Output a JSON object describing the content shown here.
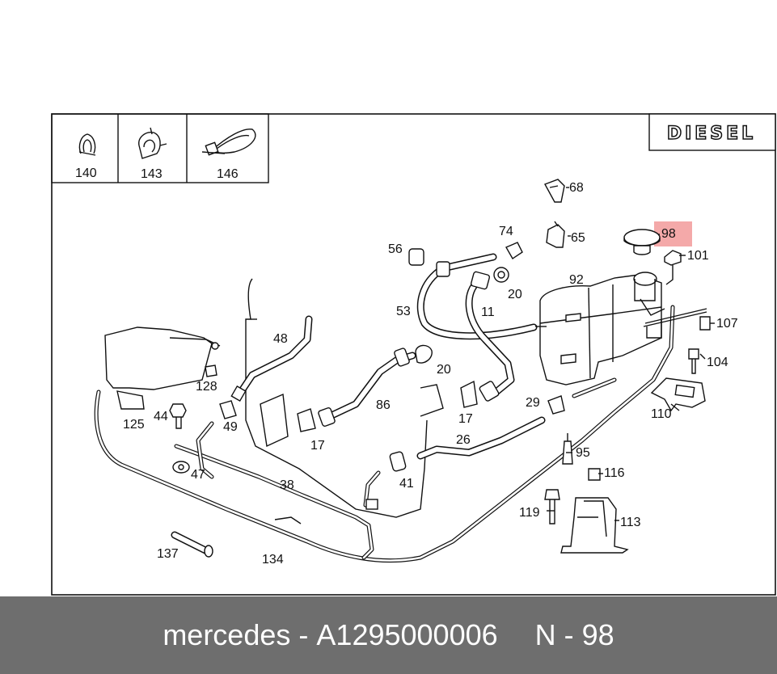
{
  "badge": {
    "text": "DIESEL"
  },
  "legend": [
    {
      "number": "140",
      "icon": "clip-icon"
    },
    {
      "number": "143",
      "icon": "clamp-icon"
    },
    {
      "number": "146",
      "icon": "cable-tie-icon"
    }
  ],
  "callouts": {
    "c68": "68",
    "c74": "74",
    "c65": "65",
    "c98": "98",
    "c101": "101",
    "c56": "56",
    "c92": "92",
    "c20a": "20",
    "c53": "53",
    "c11": "11",
    "c107": "107",
    "c48": "48",
    "c104": "104",
    "c20b": "20",
    "c128": "128",
    "c29": "29",
    "c86": "86",
    "c110": "110",
    "c44": "44",
    "c17a": "17",
    "c125": "125",
    "c49": "49",
    "c26": "26",
    "c17b": "17",
    "c95": "95",
    "c47": "47",
    "c116": "116",
    "c38": "38",
    "c41": "41",
    "c119": "119",
    "c113": "113",
    "c137": "137",
    "c134": "134"
  },
  "highlighted_part": "98",
  "footer": {
    "brand": "mercedes",
    "separator": "-",
    "part_number": "A1295000006",
    "position_label": "N - 98"
  }
}
